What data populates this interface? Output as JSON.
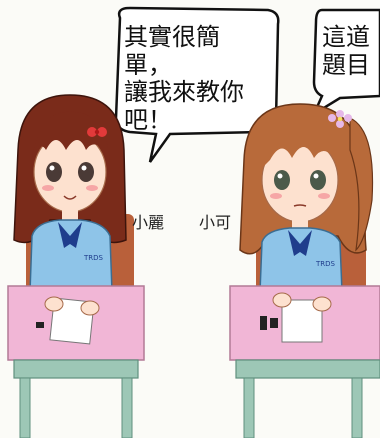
{
  "bubbles": {
    "left": {
      "text": "其實很簡單，\n讓我來教你\n吧！"
    },
    "right": {
      "text": "這道\n題目"
    }
  },
  "names": {
    "left": "小麗",
    "right": "小可"
  },
  "uniform_badge": "TRDS",
  "colors": {
    "hair_left": "#7a2b1a",
    "hair_right": "#b86a3a",
    "shirt": "#8ec4e8",
    "tie": "#1f3d8c",
    "desk_top": "#f1b6d6",
    "desk_legs": "#9dc7b6",
    "chair": "#b9603a"
  }
}
